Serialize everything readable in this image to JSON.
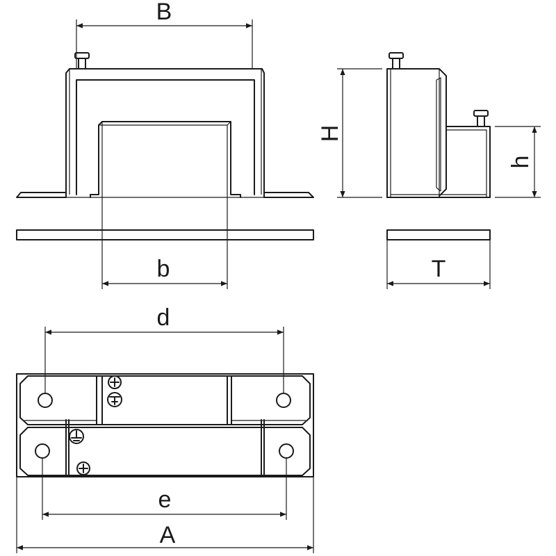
{
  "dimension_labels": {
    "B": "B",
    "b": "b",
    "H": "H",
    "h": "h",
    "T": "T",
    "d": "d",
    "e": "e",
    "A": "A"
  }
}
